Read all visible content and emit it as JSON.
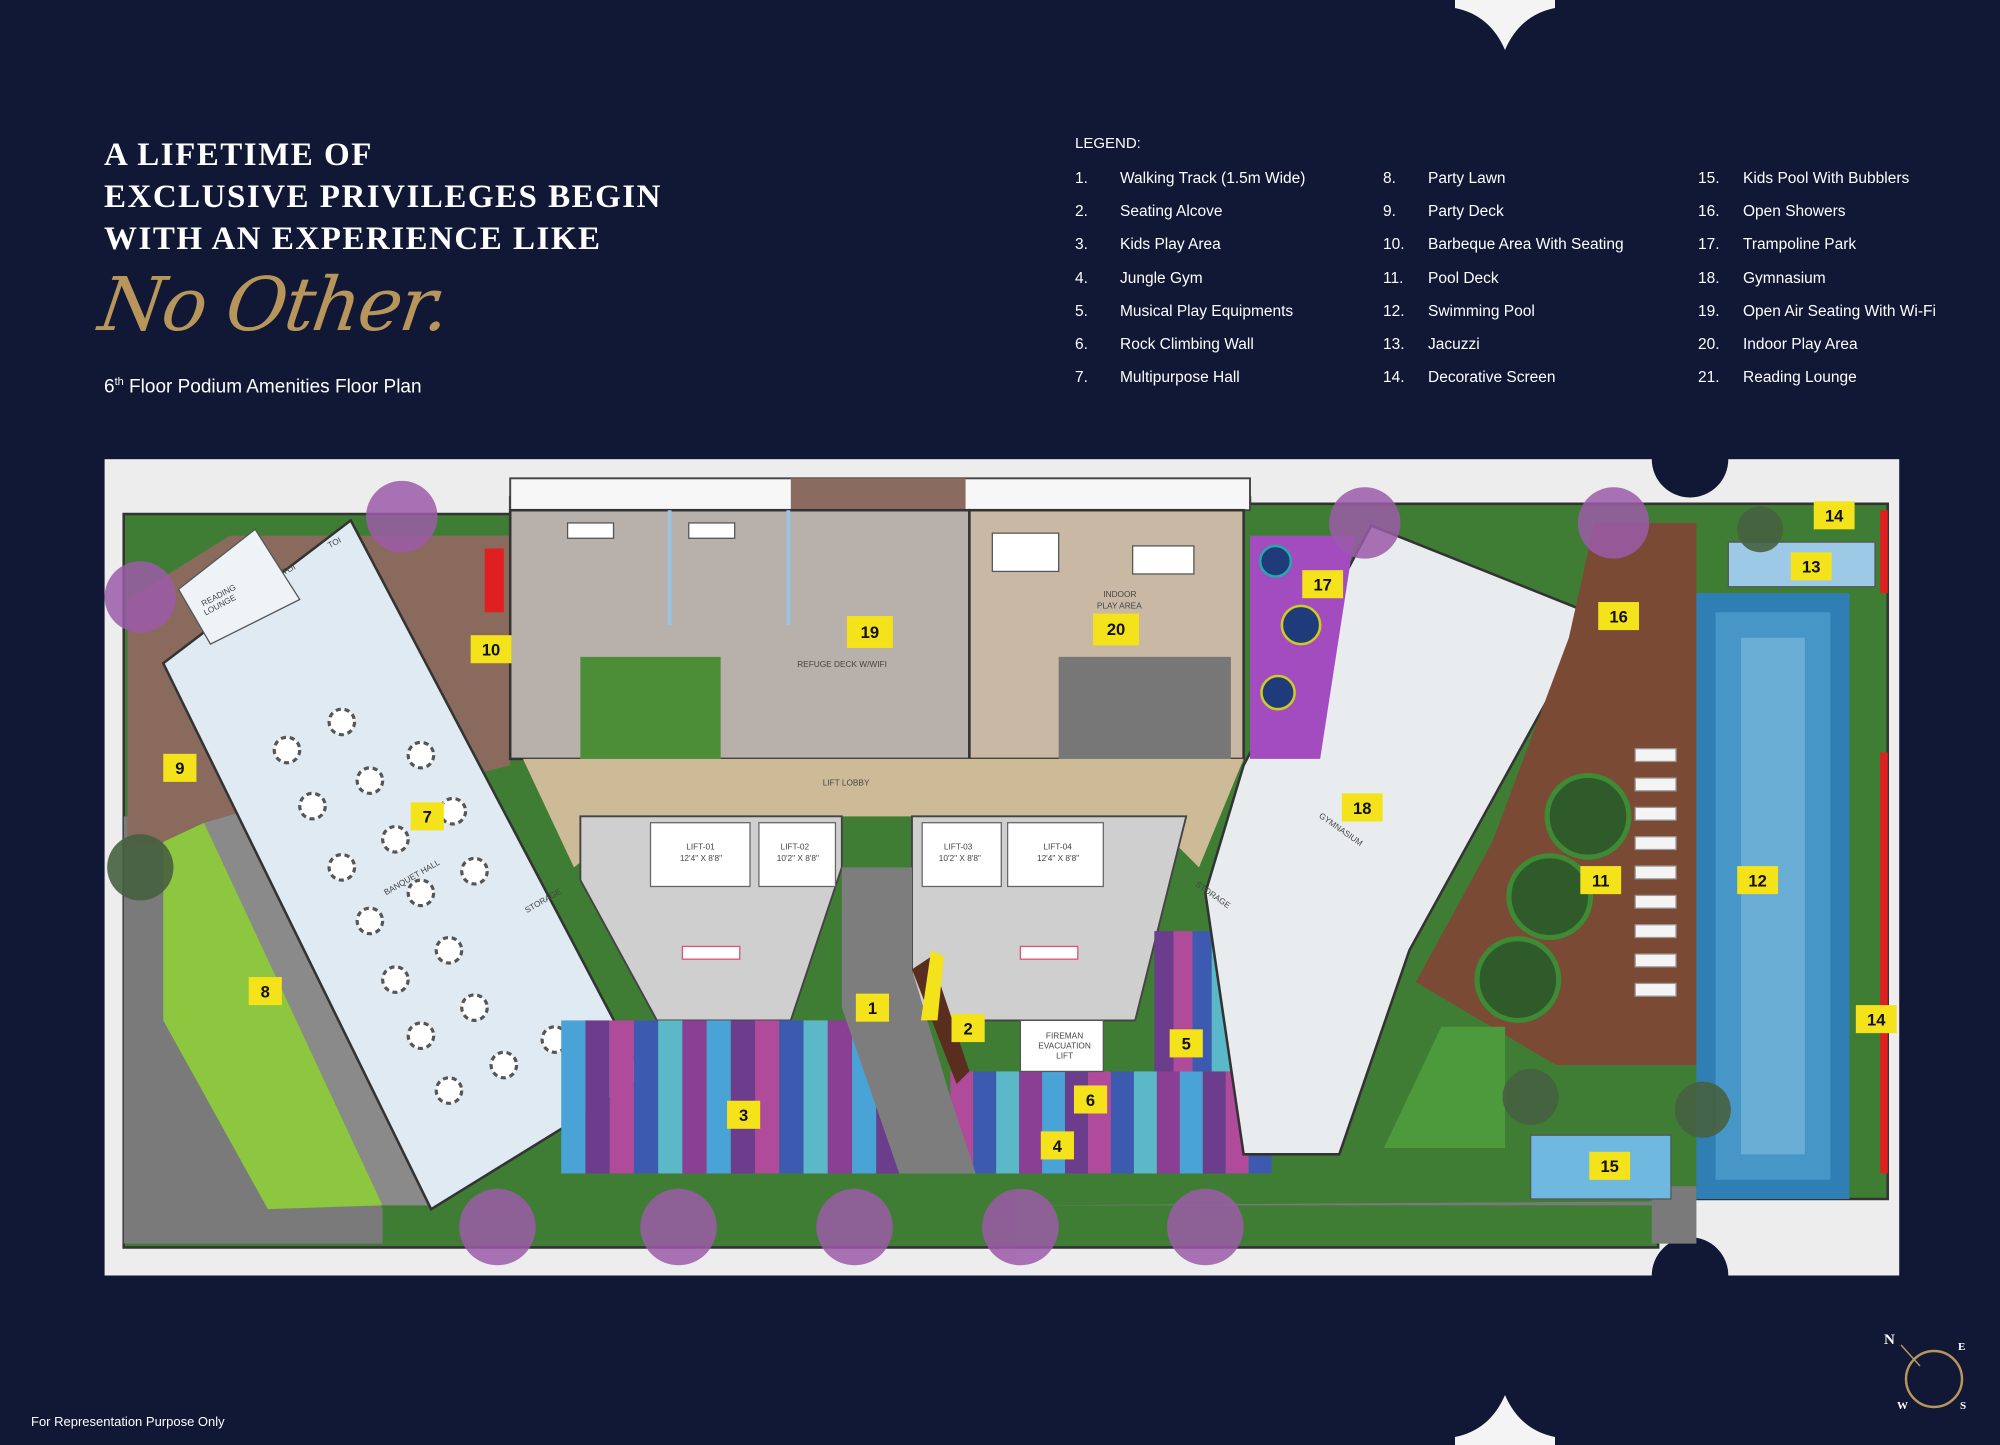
{
  "header": {
    "title_lines": [
      "A LIFETIME OF",
      "EXCLUSIVE PRIVILEGES BEGIN",
      "WITH AN EXPERIENCE LIKE"
    ],
    "script": "No Other.",
    "subtitle_ordinal": "6",
    "subtitle_sup": "th",
    "subtitle_rest": " Floor Podium Amenities Floor Plan"
  },
  "legend": {
    "title": "LEGEND:",
    "items": [
      {
        "num": "1.",
        "label": "Walking Track (1.5m Wide)"
      },
      {
        "num": "2.",
        "label": "Seating Alcove"
      },
      {
        "num": "3.",
        "label": "Kids Play Area"
      },
      {
        "num": "4.",
        "label": "Jungle Gym"
      },
      {
        "num": "5.",
        "label": "Musical Play Equipments"
      },
      {
        "num": "6.",
        "label": "Rock Climbing Wall"
      },
      {
        "num": "7.",
        "label": "Multipurpose Hall"
      },
      {
        "num": "8.",
        "label": "Party Lawn"
      },
      {
        "num": "9.",
        "label": "Party Deck"
      },
      {
        "num": "10.",
        "label": "Barbeque Area With Seating"
      },
      {
        "num": "11.",
        "label": "Pool Deck"
      },
      {
        "num": "12.",
        "label": "Swimming Pool"
      },
      {
        "num": "13.",
        "label": "Jacuzzi"
      },
      {
        "num": "14.",
        "label": "Decorative Screen"
      },
      {
        "num": "15.",
        "label": "Kids Pool With Bubblers"
      },
      {
        "num": "16.",
        "label": "Open Showers"
      },
      {
        "num": "17.",
        "label": "Trampoline Park"
      },
      {
        "num": "18.",
        "label": "Gymnasium"
      },
      {
        "num": "19.",
        "label": "Open Air Seating With Wi-Fi"
      },
      {
        "num": "20.",
        "label": "Indoor Play Area"
      },
      {
        "num": "21.",
        "label": "Reading Lounge"
      }
    ]
  },
  "plan": {
    "markers": {
      "m1": "1",
      "m2": "2",
      "m3": "3",
      "m4": "4",
      "m5": "5",
      "m6": "6",
      "m7": "7",
      "m8": "8",
      "m9": "9",
      "m10": "10",
      "m11": "11",
      "m12": "12",
      "m13": "13",
      "m14a": "14",
      "m14b": "14",
      "m15": "15",
      "m16": "16",
      "m17": "17",
      "m18": "18",
      "m19": "19",
      "m20": "20"
    },
    "rooms": {
      "reading_1": "READING",
      "reading_2": "LOUNGE",
      "toi": "TOI",
      "banquet": "BANQUET HALL",
      "storage": "STORAGE",
      "refuge": "REFUGE DECK W/WIFI",
      "indoor_1": "INDOOR",
      "indoor_2": "PLAY AREA",
      "lobby": "LIFT LOBBY",
      "lift1": "LIFT-01",
      "lift1_size": "12'4\" X 8'8\"",
      "lift2": "LIFT-02",
      "lift2_size": "10'2\" X 8'8\"",
      "lift3": "LIFT-03",
      "lift3_size": "10'2\" X 8'8\"",
      "lift4": "LIFT-04",
      "lift4_size": "12'4\" X 8'8\"",
      "fireman_1": "FIREMAN",
      "fireman_2": "EVACUATION",
      "fireman_3": "LIFT",
      "gym": "GYMNASIUM"
    },
    "colors": {
      "marker": "#f4e31a",
      "pool": "#3d8cc0",
      "deck": "#7a4a35",
      "lawn": "#8dc63f",
      "screen": "#e02020"
    }
  },
  "compass": {
    "n": "N",
    "e": "E",
    "s": "S",
    "w": "W",
    "ring_color": "#b8955a"
  },
  "footer": "For Representation Purpose Only"
}
